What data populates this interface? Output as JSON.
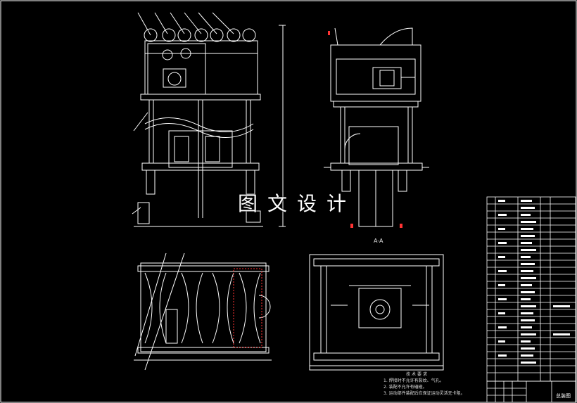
{
  "watermark": "图文设计",
  "section_label": "A-A",
  "notes": {
    "title": "技术要求",
    "items": [
      "1. 焊接时不允许有裂纹、气孔。",
      "2. 装配不允许有磕碰。",
      "3. 运动部件装配后应保证运动灵活无卡阻。"
    ]
  },
  "title_block": {
    "drawing_name": "总装图"
  },
  "colors": {
    "background": "#000000",
    "lines": "#ffffff",
    "accent_magenta": "#ff00ff",
    "accent_red": "#ff3333",
    "accent_yellow": "#ffff00"
  }
}
